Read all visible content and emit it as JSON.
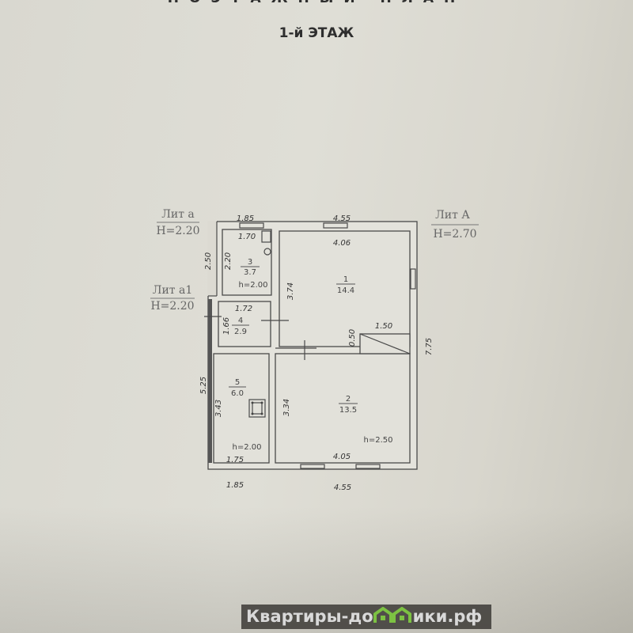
{
  "header": {
    "plan_title": "ПОЭТАЖНЫЙ ПЛАН",
    "floor_title": "1-й ЭТАЖ"
  },
  "liters": [
    {
      "name": "Лит а",
      "height": "H=2.20"
    },
    {
      "name": "Лит а1",
      "height": "H=2.20"
    },
    {
      "name": "Лит А",
      "height": "H=2.70"
    }
  ],
  "rooms": [
    {
      "number": "1",
      "area": "14.4"
    },
    {
      "number": "2",
      "area": "13.5",
      "height": "h=2.50"
    },
    {
      "number": "3",
      "area": "3.7",
      "height": "h=2.00"
    },
    {
      "number": "4",
      "area": "2.9"
    },
    {
      "number": "5",
      "area": "6.0",
      "height": "h=2.00"
    }
  ],
  "dimensions": {
    "top_left": "1.85",
    "top_right": "4.55",
    "room3_width": "1.70",
    "room1_width": "4.06",
    "left_a_height": "2.50",
    "room3_height": "2.20",
    "room1_height": "3.74",
    "room4_width": "1.72",
    "room4_height": "1.66",
    "stair_width": "1.50",
    "stair_height": "0.50",
    "total_height": "7.75",
    "left_a1_height": "5.25",
    "room5_height": "3.43",
    "room2_height": "3.34",
    "room5_width": "1.75",
    "room2_width": "4.05",
    "bottom_left": "1.85",
    "bottom_right": "4.55"
  },
  "watermark": {
    "text_before": "Квартиры-до",
    "text_after": "ики.рф",
    "logo_color": "#7cc242"
  }
}
